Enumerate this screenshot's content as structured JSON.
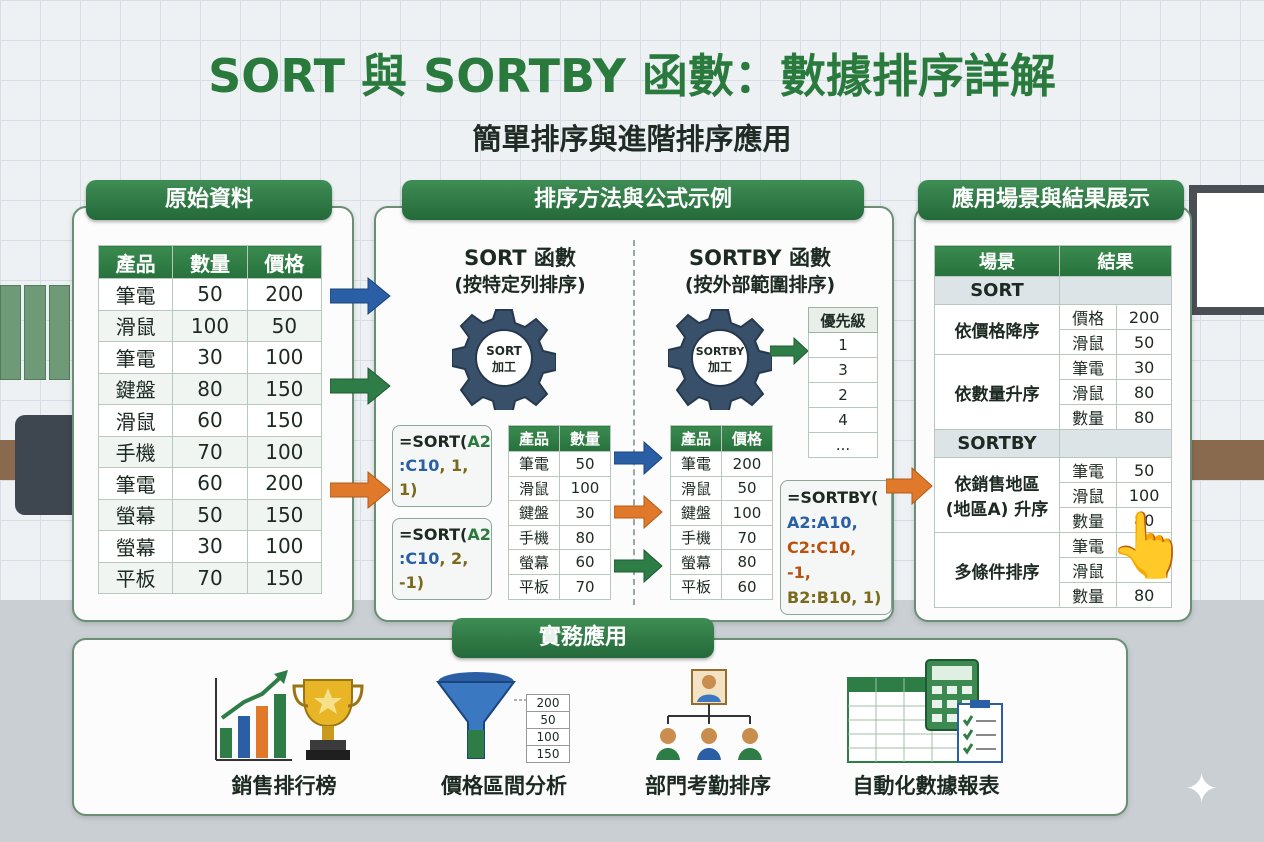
{
  "title": "SORT 與 SORTBY 函數：數據排序詳解",
  "subtitle": "簡單排序與進階排序應用",
  "panels": {
    "raw": "原始資料",
    "methods": "排序方法與公式示例",
    "results": "應用場景與結果展示",
    "practice": "實務應用"
  },
  "raw_table": {
    "headers": [
      "產品",
      "數量",
      "價格"
    ],
    "rows": [
      [
        "筆電",
        "50",
        "200"
      ],
      [
        "滑鼠",
        "100",
        "50"
      ],
      [
        "筆電",
        "30",
        "100"
      ],
      [
        "鍵盤",
        "80",
        "150"
      ],
      [
        "滑鼠",
        "60",
        "150"
      ],
      [
        "手機",
        "70",
        "100"
      ],
      [
        "筆電",
        "60",
        "200"
      ],
      [
        "螢幕",
        "50",
        "150"
      ],
      [
        "螢幕",
        "30",
        "100"
      ],
      [
        "平板",
        "70",
        "150"
      ]
    ]
  },
  "sort": {
    "title": "SORT 函數",
    "desc": "(按特定列排序)",
    "gear_line1": "SORT",
    "gear_line2": "加工",
    "formula1": [
      "=SORT(",
      "A2",
      ":C10",
      ", 1, 1)"
    ],
    "formula2": [
      "=SORT(",
      "A2",
      ":C10",
      ", 2, -1)"
    ],
    "table_headers": [
      "產品",
      "數量"
    ],
    "table_rows": [
      [
        "筆電",
        "50"
      ],
      [
        "滑鼠",
        "100"
      ],
      [
        "鍵盤",
        "30"
      ],
      [
        "手機",
        "80"
      ],
      [
        "螢幕",
        "60"
      ],
      [
        "平板",
        "70"
      ]
    ]
  },
  "sortby": {
    "title": "SORTBY 函數",
    "desc": "(按外部範圍排序)",
    "gear_line1": "SORTBY",
    "gear_line2": "加工",
    "priority_header": "優先級",
    "priority": [
      "1",
      "3",
      "2",
      "4",
      "..."
    ],
    "formula": [
      "=SORTBY(",
      "A2:A10,",
      "C2:C10, -1,",
      "B2:B10, 1)"
    ],
    "table_headers": [
      "產品",
      "價格"
    ],
    "table_rows": [
      [
        "筆電",
        "200"
      ],
      [
        "滑鼠",
        "50"
      ],
      [
        "鍵盤",
        "100"
      ],
      [
        "手機",
        "70"
      ],
      [
        "螢幕",
        "80"
      ],
      [
        "平板",
        "60"
      ]
    ]
  },
  "results": {
    "headers": [
      "場景",
      "結果"
    ],
    "section_sort": "SORT",
    "section_sortby": "SORTBY",
    "scenario1": "依價格降序",
    "s1_rows": [
      [
        "價格",
        "200"
      ],
      [
        "滑鼠",
        "50"
      ]
    ],
    "scenario2": "依數量升序",
    "s2_rows": [
      [
        "筆電",
        "30"
      ],
      [
        "滑鼠",
        "80"
      ],
      [
        "數量",
        "80"
      ]
    ],
    "scenario3_line1": "依銷售地區",
    "scenario3_line2": "(地區A) 升序",
    "s3_rows": [
      [
        "筆電",
        "50"
      ],
      [
        "滑鼠",
        "100"
      ],
      [
        "數量",
        "80"
      ]
    ],
    "scenario4": "多條件排序",
    "s4_rows": [
      [
        "筆電",
        ""
      ],
      [
        "滑鼠",
        ""
      ],
      [
        "數量",
        "80"
      ]
    ]
  },
  "applications": [
    "銷售排行榜",
    "價格區間分析",
    "部門考勤排序",
    "自動化數據報表"
  ],
  "funnel_values": [
    "200",
    "50",
    "100",
    "150"
  ],
  "colors": {
    "green": "#2a7a3e",
    "blue": "#2a5ea5",
    "orange": "#e07a2a"
  }
}
